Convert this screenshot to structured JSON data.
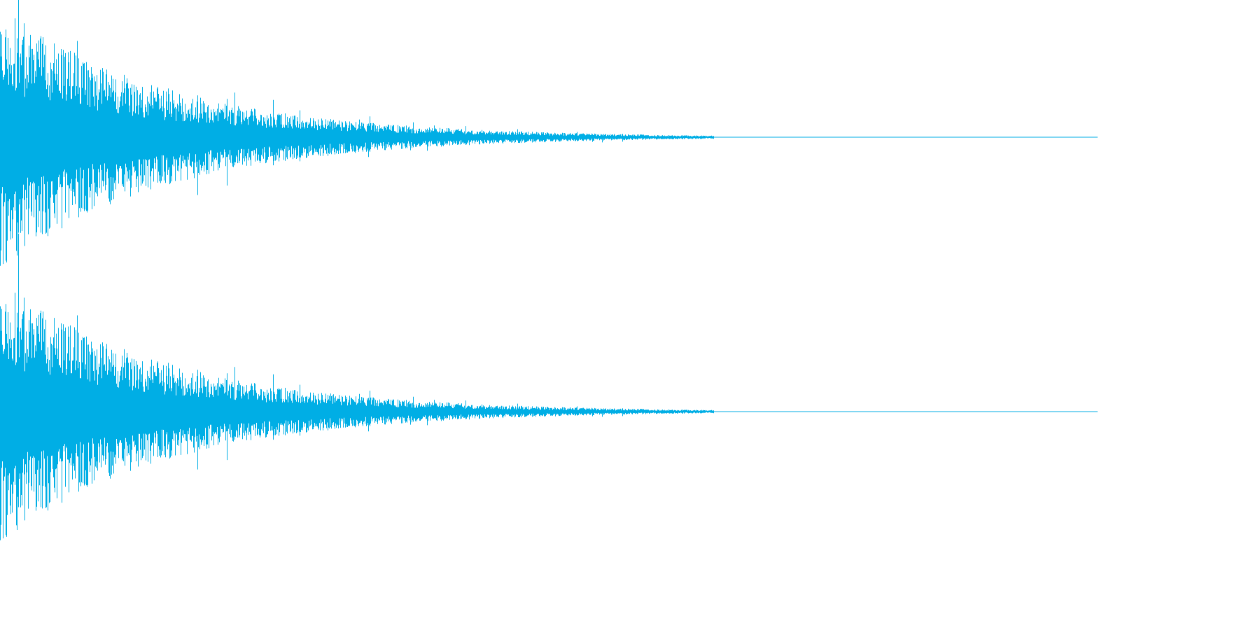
{
  "waveform": {
    "color": "#00aee5",
    "background": "#ffffff",
    "channel_count": 2,
    "channels": [
      {
        "channel": "left"
      },
      {
        "channel": "right"
      }
    ],
    "envelope": {
      "shape": "exponential-decay",
      "peak_amplitude": 1.0,
      "audible_fraction_of_duration": 0.65
    }
  }
}
